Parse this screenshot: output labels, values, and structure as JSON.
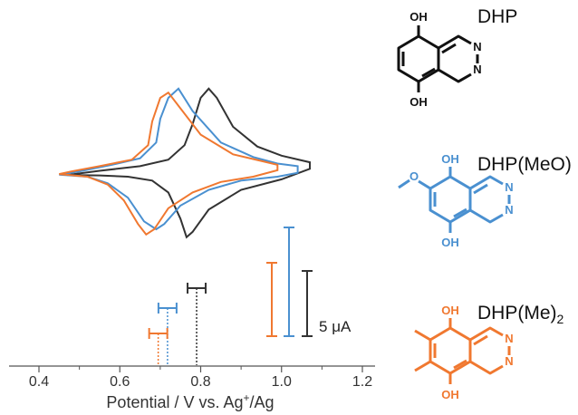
{
  "chart_data": {
    "type": "line",
    "title": "",
    "xlabel_main": "Potential / V vs. Ag",
    "xlabel_sup": "+",
    "xlabel_tail": "/Ag",
    "xlim": [
      0.36,
      1.26
    ],
    "xticks": [
      0.4,
      0.6,
      0.8,
      1.0,
      1.2
    ],
    "xtick_labels": [
      "0.4",
      "0.6",
      "0.8",
      "1.0",
      "1.2"
    ],
    "scale_bar": {
      "prefix": "5 ",
      "unit": "μA",
      "value_uA": 5
    },
    "colors": {
      "DHP": "#333333",
      "DHP(MeO)": "#4a90d0",
      "DHP(Me)2": "#f07830"
    },
    "series": [
      {
        "name": "DHP",
        "color": "#333333",
        "E_half_V": 0.79,
        "E_pa_V": 0.82,
        "E_pc_V": 0.765,
        "cv_curve": [
          [
            0.47,
            0.13
          ],
          [
            0.55,
            0.1
          ],
          [
            0.62,
            0.0
          ],
          [
            0.68,
            -0.3
          ],
          [
            0.72,
            -1.2
          ],
          [
            0.75,
            -3.2
          ],
          [
            0.765,
            -4.6
          ],
          [
            0.78,
            -4.2
          ],
          [
            0.82,
            -2.5
          ],
          [
            0.9,
            -1.0
          ],
          [
            1.0,
            -0.2
          ],
          [
            1.07,
            0.6
          ],
          [
            1.07,
            1.1
          ],
          [
            1.0,
            1.6
          ],
          [
            0.94,
            2.3
          ],
          [
            0.88,
            3.8
          ],
          [
            0.84,
            6.0
          ],
          [
            0.82,
            6.7
          ],
          [
            0.8,
            6.0
          ],
          [
            0.78,
            4.0
          ],
          [
            0.76,
            2.4
          ],
          [
            0.72,
            1.3
          ],
          [
            0.65,
            0.8
          ],
          [
            0.55,
            0.45
          ],
          [
            0.47,
            0.13
          ]
        ]
      },
      {
        "name": "DHP(MeO)",
        "color": "#4a90d0",
        "E_half_V": 0.718,
        "E_pa_V": 0.745,
        "E_pc_V": 0.69,
        "cv_curve": [
          [
            0.45,
            0.15
          ],
          [
            0.52,
            0.0
          ],
          [
            0.57,
            -0.5
          ],
          [
            0.62,
            -1.6
          ],
          [
            0.66,
            -3.4
          ],
          [
            0.69,
            -4.0
          ],
          [
            0.71,
            -3.6
          ],
          [
            0.75,
            -2.2
          ],
          [
            0.82,
            -1.0
          ],
          [
            0.9,
            -0.3
          ],
          [
            0.99,
            0.0
          ],
          [
            1.04,
            0.3
          ],
          [
            1.04,
            0.8
          ],
          [
            0.99,
            1.0
          ],
          [
            0.93,
            1.5
          ],
          [
            0.85,
            2.6
          ],
          [
            0.78,
            5.0
          ],
          [
            0.745,
            6.7
          ],
          [
            0.72,
            6.0
          ],
          [
            0.7,
            4.4
          ],
          [
            0.69,
            2.6
          ],
          [
            0.65,
            1.4
          ],
          [
            0.58,
            0.9
          ],
          [
            0.5,
            0.4
          ],
          [
            0.45,
            0.15
          ]
        ]
      },
      {
        "name": "DHP(Me)2",
        "color": "#f07830",
        "E_half_V": 0.695,
        "E_pa_V": 0.72,
        "E_pc_V": 0.665,
        "cv_curve": [
          [
            0.45,
            0.2
          ],
          [
            0.52,
            0.0
          ],
          [
            0.57,
            -0.6
          ],
          [
            0.61,
            -1.8
          ],
          [
            0.645,
            -3.6
          ],
          [
            0.665,
            -4.4
          ],
          [
            0.685,
            -4.0
          ],
          [
            0.72,
            -2.4
          ],
          [
            0.78,
            -1.2
          ],
          [
            0.85,
            -0.4
          ],
          [
            0.93,
            0.0
          ],
          [
            0.99,
            0.5
          ],
          [
            0.99,
            0.9
          ],
          [
            0.95,
            1.2
          ],
          [
            0.88,
            1.7
          ],
          [
            0.8,
            3.2
          ],
          [
            0.75,
            5.2
          ],
          [
            0.72,
            6.4
          ],
          [
            0.7,
            6.0
          ],
          [
            0.68,
            4.2
          ],
          [
            0.67,
            2.4
          ],
          [
            0.63,
            1.3
          ],
          [
            0.55,
            0.8
          ],
          [
            0.48,
            0.4
          ],
          [
            0.45,
            0.2
          ]
        ]
      }
    ]
  },
  "structures": [
    {
      "label": "DHP",
      "color": "#111111",
      "oh_top": "OH",
      "oh_bottom": "OH",
      "n1": "N",
      "n2": "N"
    },
    {
      "label": "DHP(MeO)",
      "color": "#4a90d0",
      "oh_top": "OH",
      "oh_bottom": "OH",
      "n1": "N",
      "n2": "N",
      "substituent": "O"
    },
    {
      "label_main": "DHP(Me)",
      "label_sub": "2",
      "color": "#f07830",
      "oh_top": "OH",
      "oh_bottom": "OH",
      "n1": "N",
      "n2": "N"
    }
  ]
}
